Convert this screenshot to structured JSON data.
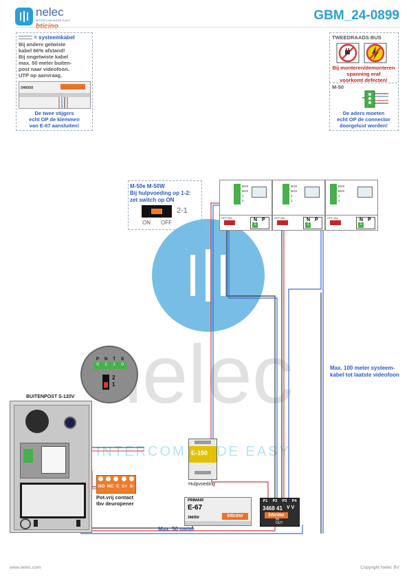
{
  "header": {
    "logo_name": "nelec",
    "logo_tagline": "INTERCOM MADE EASY",
    "logo_brand": "bticino",
    "doc_code": "GBM_24-0899"
  },
  "legend_cable": {
    "title": "= systeemkabel",
    "lines": [
      "Bij andere getwiste",
      "kabel 66% afstand!",
      "Bij ongetwiste kabel",
      "max. 50 meter buiten-",
      "post naar videofoon.",
      "UTP op aanvraag."
    ],
    "module_code": "346050",
    "note": [
      "De twee stijgers",
      "echt OP de klemmen",
      "van E-67 aansluiten!"
    ]
  },
  "legend_bus": {
    "title": "TWEEDRAADS BUS",
    "warning": [
      "Bij monteren/demonteren",
      "spanning eraf",
      "voorkomt defecten!"
    ],
    "m50_title": "M-50",
    "m50_note": [
      "De aders moeten",
      "echt OP de connector",
      "doorgelust worden!"
    ]
  },
  "m50_switch": {
    "lines": [
      "M-50e  M-50W",
      "Bij hulpvoeding op 1-2:",
      "zet switch op ON"
    ],
    "pos_label": "2-1",
    "on": "ON",
    "off": "OFF"
  },
  "videofoon": {
    "terminals": [
      "BUS",
      "BUS",
      "1",
      "2"
    ],
    "connector_n": "N",
    "connector_p": "P",
    "connector_1": "1",
    "off_on": "OFF ON"
  },
  "buitenpost": {
    "title": "BUITENPOST S-120V",
    "terminals": [
      "P",
      "N",
      "T",
      "S"
    ],
    "terminal_vals": [
      "0",
      "1",
      "1",
      "0"
    ],
    "switch_labels": [
      "2",
      "1"
    ]
  },
  "relay": {
    "terminals": [
      "NO",
      "NC",
      "C",
      "S+",
      "S-"
    ],
    "label": [
      "Pot.vrij contact",
      "tbv deuropener"
    ]
  },
  "hulpvoeding": {
    "model": "E-150",
    "label": "Hulpvoeding"
  },
  "e67": {
    "primair": "PRIMAIR",
    "model": "E-67",
    "code": "346050",
    "brand": "bticino"
  },
  "distributor": {
    "ports": [
      "P1",
      "P2",
      "P3",
      "P4"
    ],
    "model": "3468 41",
    "vv": "V V",
    "brand": "bticino",
    "in": "IN",
    "out": "OUT"
  },
  "notes": {
    "max100": [
      "Max. 100 meter systeem-",
      "kabel tot laatste videofoon"
    ],
    "max50": "Max. 50 meter"
  },
  "footer": {
    "left": "www.nelec.com",
    "right": "Copyright Nelec BV"
  },
  "colors": {
    "accent": "#2a9fd8",
    "wire_red": "#d83a3a",
    "wire_blue": "#3a6ad8",
    "wire_black": "#333333",
    "terminal_green": "#46b04a",
    "relay_orange": "#f07b2a"
  }
}
